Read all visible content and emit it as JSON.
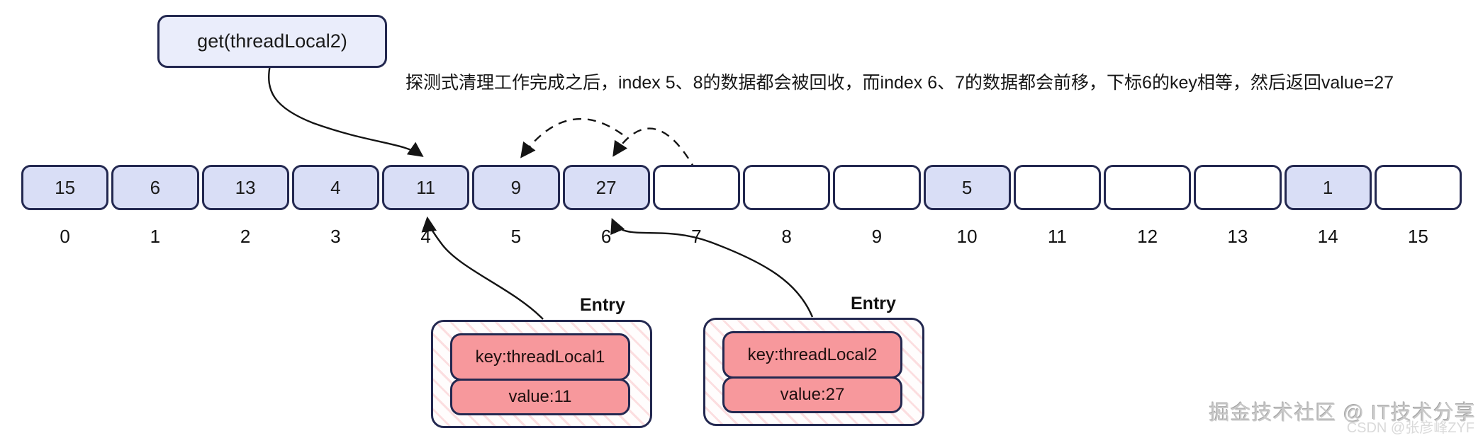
{
  "get_box": {
    "label": "get(threadLocal2)"
  },
  "annotation": "探测式清理工作完成之后，index 5、8的数据都会被回收，而index 6、7的数据都会前移，下标6的key相等，然后返回value=27",
  "array": {
    "cells": [
      {
        "index": "0",
        "value": "15",
        "filled": true
      },
      {
        "index": "1",
        "value": "6",
        "filled": true
      },
      {
        "index": "2",
        "value": "13",
        "filled": true
      },
      {
        "index": "3",
        "value": "4",
        "filled": true
      },
      {
        "index": "4",
        "value": "11",
        "filled": true
      },
      {
        "index": "5",
        "value": "9",
        "filled": true
      },
      {
        "index": "6",
        "value": "27",
        "filled": true
      },
      {
        "index": "7",
        "value": "",
        "filled": false
      },
      {
        "index": "8",
        "value": "",
        "filled": false
      },
      {
        "index": "9",
        "value": "",
        "filled": false
      },
      {
        "index": "10",
        "value": "5",
        "filled": true
      },
      {
        "index": "11",
        "value": "",
        "filled": false
      },
      {
        "index": "12",
        "value": "",
        "filled": false
      },
      {
        "index": "13",
        "value": "",
        "filled": false
      },
      {
        "index": "14",
        "value": "1",
        "filled": true
      },
      {
        "index": "15",
        "value": "",
        "filled": false
      }
    ]
  },
  "entries": [
    {
      "title": "Entry",
      "key": "key:threadLocal1",
      "value": "value:11"
    },
    {
      "title": "Entry",
      "key": "key:threadLocal2",
      "value": "value:27"
    }
  ],
  "watermarks": {
    "primary": "掘金技术社区 @ IT技术分享",
    "secondary": "CSDN @张彦峰ZYF"
  },
  "colors": {
    "cell_fill": "#d9def6",
    "cell_border": "#232850",
    "get_box_fill": "#eaedfb",
    "entry_pill_fill": "#f7989c",
    "line": "#141414"
  }
}
